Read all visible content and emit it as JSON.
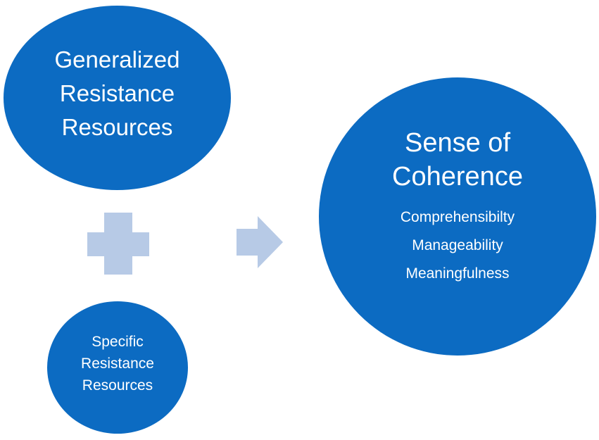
{
  "colors": {
    "circle_fill": "#0c6bc2",
    "circle_text": "#ffffff",
    "connector_fill": "#b7cae6"
  },
  "generalized": {
    "lines": [
      "Generalized",
      "Resistance",
      "Resources"
    ]
  },
  "specific": {
    "lines": [
      "Specific",
      "Resistance",
      "Resources"
    ]
  },
  "sense_of_coherence": {
    "title_lines": [
      "Sense of",
      "Coherence"
    ],
    "components": [
      "Comprehensibilty",
      "Manageability",
      "Meaningfulness"
    ]
  },
  "connectors": {
    "plus": "plus-icon",
    "arrow": "arrow-right-icon"
  }
}
